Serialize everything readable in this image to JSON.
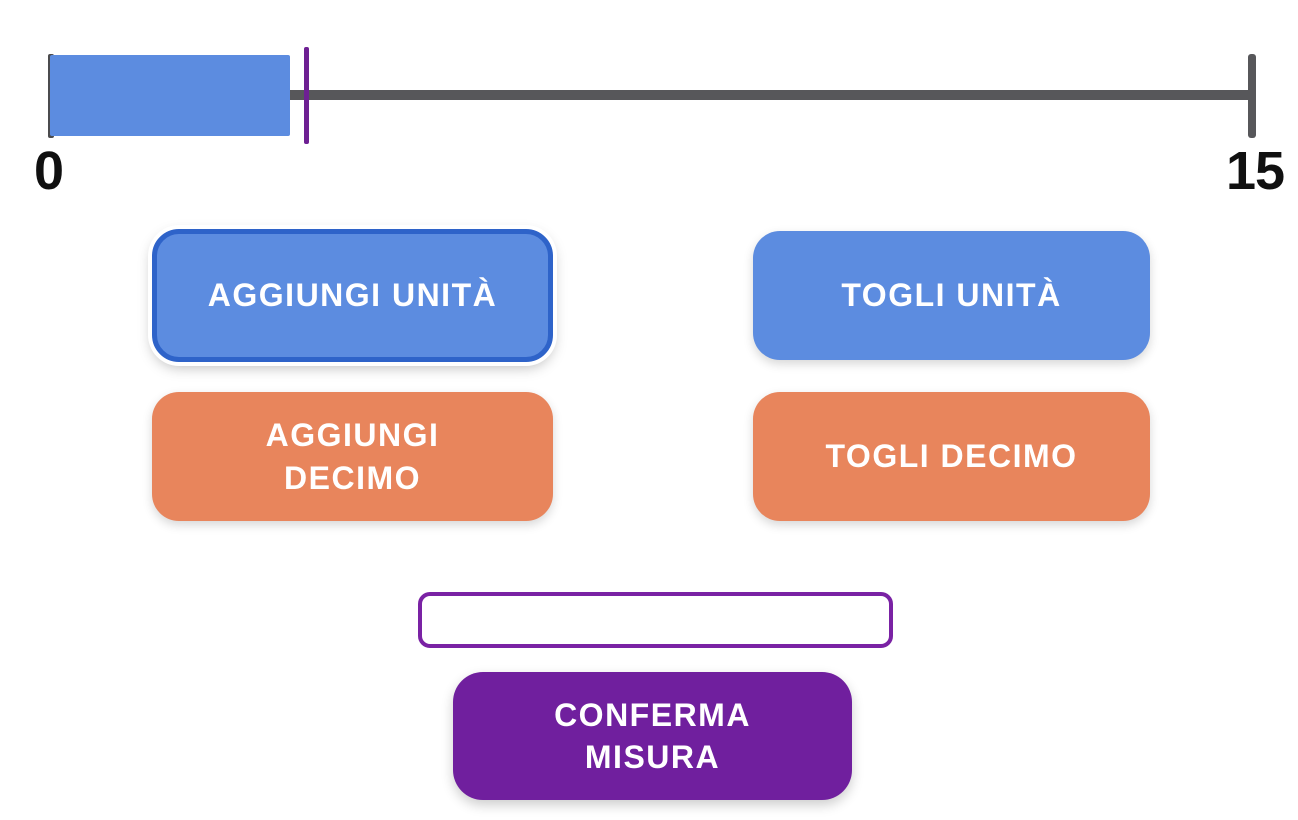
{
  "ruler": {
    "min_label": "0",
    "max_label": "15",
    "max_value": 15,
    "bar_value": 3,
    "marker_value": 3.2
  },
  "buttons": {
    "add_unit": "AGGIUNGI UNITÀ",
    "remove_unit": "TOGLI UNITÀ",
    "add_tenth": "AGGIUNGI\nDECIMO",
    "remove_tenth": "TOGLI DECIMO",
    "confirm": "CONFERMA\nMISURA"
  },
  "input": {
    "value": "",
    "placeholder": ""
  },
  "colors": {
    "blue": "#5c8ce0",
    "blue_border": "#2e63c9",
    "orange": "#e8855c",
    "purple": "#701f9e",
    "input_purple": "#7a22a4",
    "marker_purple": "#6e2093",
    "ruler_gray": "#57575a",
    "tick_gray": "#4b4b4d"
  }
}
